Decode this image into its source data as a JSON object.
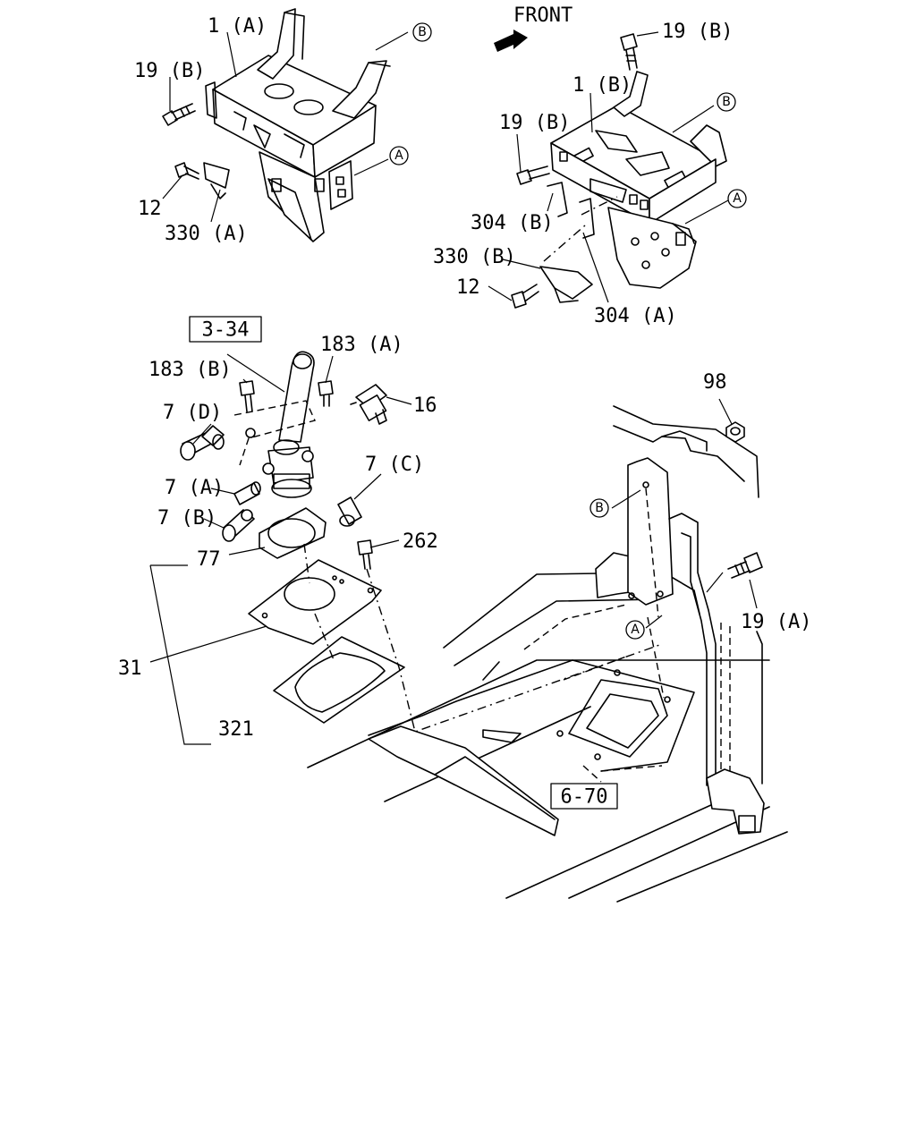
{
  "front_label": "FRONT",
  "callouts": {
    "p1a": "1 (A)",
    "p1b": "1 (B)",
    "p19b_left": "19 (B)",
    "p19b_top": "19 (B)",
    "p19b_mid": "19 (B)",
    "p12_left": "12",
    "p330a": "330 (A)",
    "p304b": "304 (B)",
    "p330b": "330 (B)",
    "p12_right": "12",
    "p304a": "304 (A)",
    "p183a": "183 (A)",
    "p183b": "183 (B)",
    "p16": "16",
    "p7d": "7 (D)",
    "p7a": "7 (A)",
    "p7c": "7 (C)",
    "p7b": "7 (B)",
    "p77": "77",
    "p262": "262",
    "p31": "31",
    "p321": "321",
    "p98": "98",
    "p19a": "19 (A)"
  },
  "circle_refs": {
    "b1": "B",
    "a1": "A",
    "b2": "B",
    "a2": "A",
    "b3": "B",
    "a3": "A"
  },
  "boxed_refs": {
    "ref_3_34": "3-34",
    "ref_6_70": "6-70"
  }
}
